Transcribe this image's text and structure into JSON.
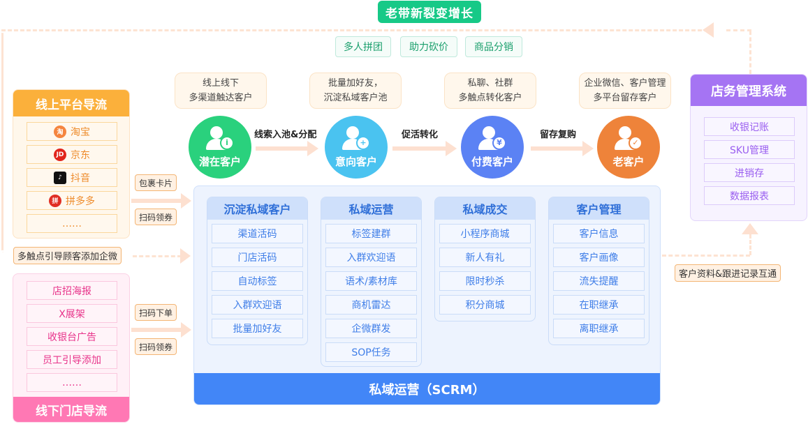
{
  "top": {
    "title": "老带新裂变增长",
    "tags": [
      "多人拼团",
      "助力砍价",
      "商品分销"
    ]
  },
  "notes": [
    {
      "line1": "线上线下",
      "line2": "多渠道触达客户"
    },
    {
      "line1": "批量加好友，",
      "line2": "沉淀私域客户池"
    },
    {
      "line1": "私聊、社群",
      "line2": "多触点转化客户"
    },
    {
      "line1": "企业微信、客户管理",
      "line2": "多平台留存客户"
    }
  ],
  "stages": [
    {
      "label": "潜在客户",
      "badge": "i",
      "color": "#2ad17d"
    },
    {
      "label": "意向客户",
      "badge": "+",
      "color": "#4ac3f0"
    },
    {
      "label": "付费客户",
      "badge": "¥",
      "color": "#5b82f4"
    },
    {
      "label": "老客户",
      "badge": "✓",
      "color": "#ee833a"
    }
  ],
  "transitions": [
    "线索入池&分配",
    "促活转化",
    "留存复购"
  ],
  "online": {
    "title": "线上平台导流",
    "items": [
      {
        "label": "淘宝",
        "icon": "taobao-icon",
        "glyph": "淘",
        "color": "#f5853f"
      },
      {
        "label": "京东",
        "icon": "jd-icon",
        "glyph": "JD",
        "color": "#e1251b"
      },
      {
        "label": "抖音",
        "icon": "douyin-icon",
        "glyph": "♪",
        "color": "#111111"
      },
      {
        "label": "拼多多",
        "icon": "pinduoduo-icon",
        "glyph": "拼",
        "color": "#e02e24"
      },
      {
        "label": "……",
        "icon": "",
        "glyph": "",
        "color": ""
      }
    ],
    "chips": [
      "包裹卡片",
      "扫码领券"
    ]
  },
  "wecom_note": "多触点引导顾客添加企微",
  "offline": {
    "title": "线下门店导流",
    "items": [
      "店招海报",
      "X展架",
      "收银台广告",
      "员工引导添加",
      "……"
    ],
    "chips": [
      "扫码下单",
      "扫码领券"
    ]
  },
  "scrm": {
    "footer": "私域运营（SCRM）",
    "columns": [
      {
        "title": "沉淀私域客户",
        "items": [
          "渠道活码",
          "门店活码",
          "自动标签",
          "入群欢迎语",
          "批量加好友"
        ]
      },
      {
        "title": "私域运营",
        "items": [
          "标签建群",
          "入群欢迎语",
          "语术/素材库",
          "商机雷达",
          "企微群发",
          "SOP任务"
        ]
      },
      {
        "title": "私域成交",
        "items": [
          "小程序商城",
          "新人有礼",
          "限时秒杀",
          "积分商城"
        ]
      },
      {
        "title": "客户管理",
        "items": [
          "客户信息",
          "客户画像",
          "流失提醒",
          "在职继承",
          "离职继承"
        ]
      }
    ]
  },
  "store_system": {
    "title": "店务管理系统",
    "items": [
      "收银记账",
      "SKU管理",
      "进销存",
      "数据报表"
    ]
  },
  "sync_note": "客户资料&跟进记录互通"
}
